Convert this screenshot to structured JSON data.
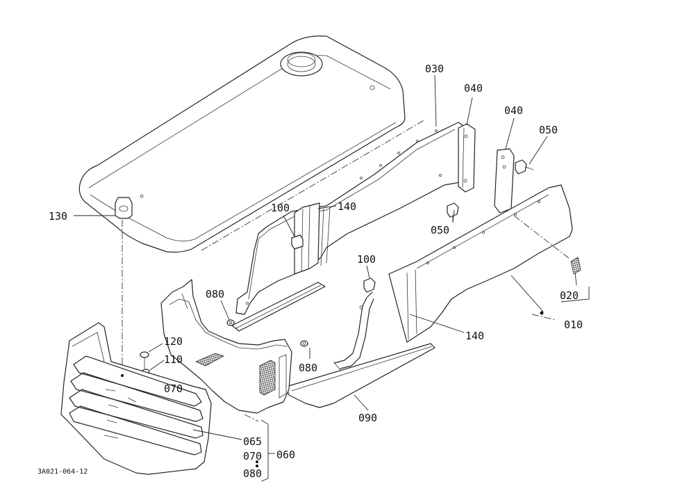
{
  "figure_code": "3A021-064-12",
  "callouts": {
    "c010": "010",
    "c020": "020",
    "c030": "030",
    "c040a": "040",
    "c040b": "040",
    "c050a": "050",
    "c050b": "050",
    "c060": "060",
    "c065": "065",
    "c070a": "070",
    "c070b": "070",
    "c080a": "080",
    "c080b": "080",
    "c080c": "080",
    "c090": "090",
    "c100a": "100",
    "c100b": "100",
    "c110": "110",
    "c120": "120",
    "c130": "130",
    "c140a": "140",
    "c140b": "140"
  }
}
